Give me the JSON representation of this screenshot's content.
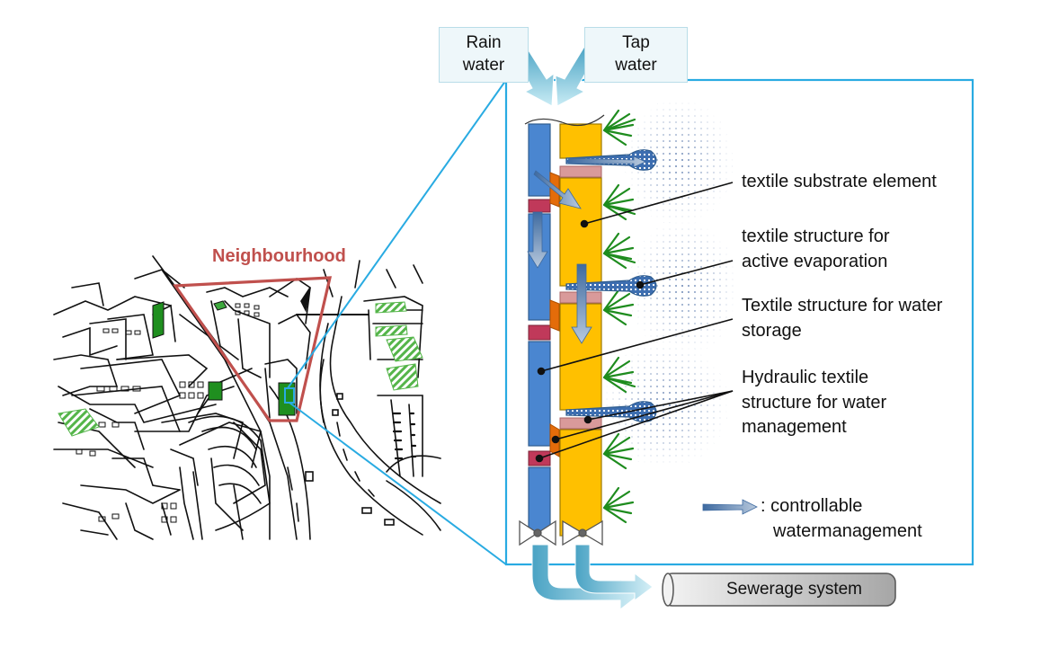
{
  "inputs": {
    "rain_water": "Rain\nwater",
    "tap_water": "Tap\nwater"
  },
  "sketch": {
    "neighbourhood_label": "Neighbourhood"
  },
  "callouts": {
    "substrate": "textile substrate element",
    "evaporation_line1": "textile structure for",
    "evaporation_line2": "active evaporation",
    "storage_line1": "Textile structure for water",
    "storage_line2": "storage",
    "hydraulic_line1": "Hydraulic textile",
    "hydraulic_line2": "structure for water",
    "hydraulic_line3": "management"
  },
  "legend": {
    "line1": ": controllable",
    "line2": "watermanagement"
  },
  "outlet": {
    "label": "Sewerage system"
  },
  "colors": {
    "frame": "#29abe2",
    "rain_column": "#4a86d0",
    "tap_column": "#ffc000",
    "connector_red": "#c0395a",
    "connector_pink": "#d99a9a",
    "orange_tab": "#e46c0a",
    "plant_green": "#1e8c1e",
    "neighbourhood": "#c0504d",
    "flow_arrow": "#5bb3cf"
  }
}
